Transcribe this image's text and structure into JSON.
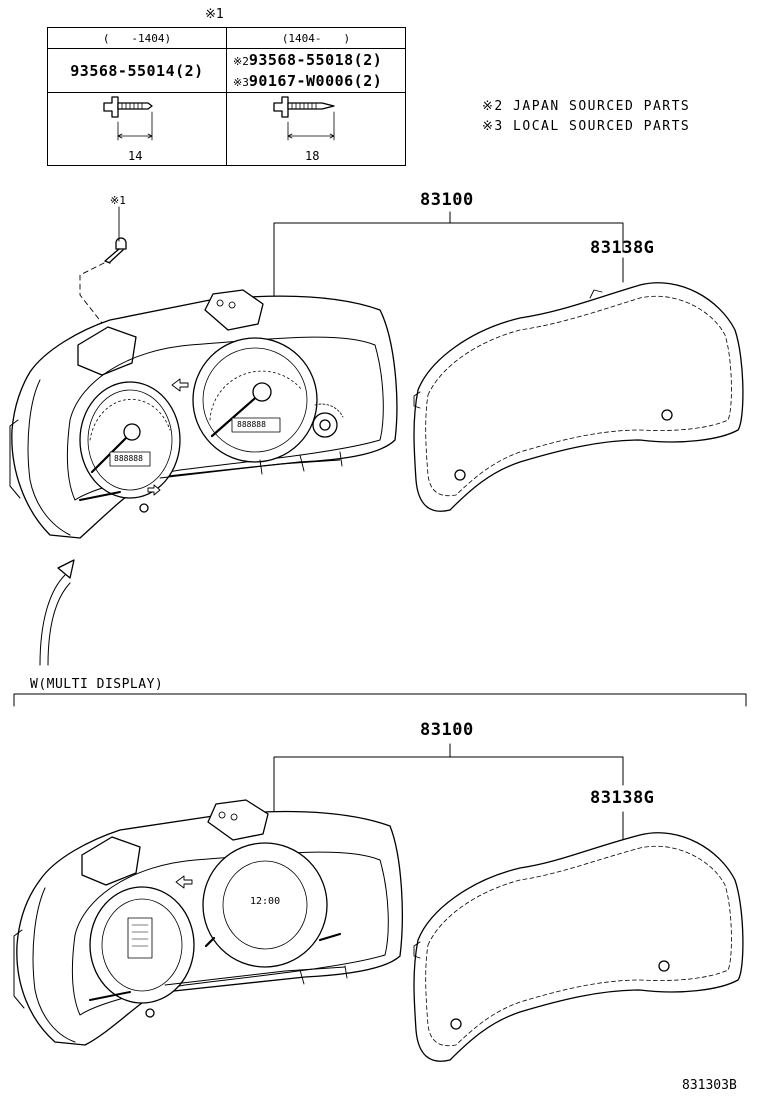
{
  "table": {
    "header_mark": "※1",
    "col1_period": "(　　-1404)",
    "col2_period": "(1404-　　)",
    "col1_part": "93568-55014(2)",
    "col2_rows": [
      {
        "mark": "※2",
        "part": "93568-55018(2)"
      },
      {
        "mark": "※3",
        "part": "90167-W0006(2)"
      }
    ],
    "col1_dim": "14",
    "col2_dim": "18"
  },
  "notes": [
    "※2 JAPAN SOURCED PARTS",
    "※3 LOCAL SOURCED PARTS"
  ],
  "screw_mark": "※1",
  "upper": {
    "assy_part": "83100",
    "lens_part": "83138G",
    "odo_display": "888888",
    "trip_display": "888888"
  },
  "section_label": "W(MULTI DISPLAY)",
  "lower": {
    "assy_part": "83100",
    "lens_part": "83138G",
    "clock_display": "12:00"
  },
  "diagram_id": "831303B"
}
